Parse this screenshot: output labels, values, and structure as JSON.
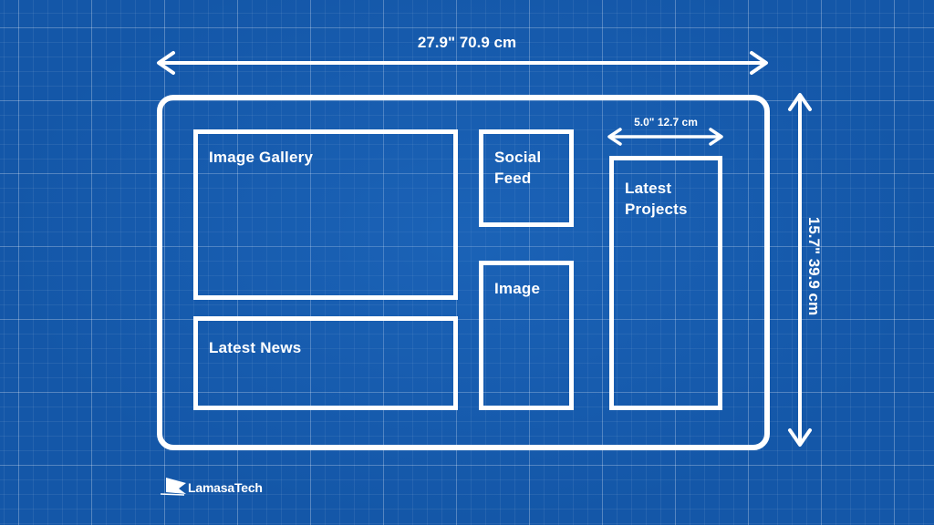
{
  "dimensions": {
    "width_label": "27.9\" 70.9 cm",
    "height_label": "15.7\" 39.9 cm",
    "column_width_label": "5.0\" 12.7 cm"
  },
  "panels": {
    "image_gallery": "Image Gallery",
    "latest_news": "Latest News",
    "social_feed": "Social\nFeed",
    "image": "Image",
    "latest_projects": "Latest\nProjects"
  },
  "logo": {
    "name": "LamasaTech"
  },
  "colors": {
    "background": "#1457a8",
    "lines": "#ffffff"
  }
}
